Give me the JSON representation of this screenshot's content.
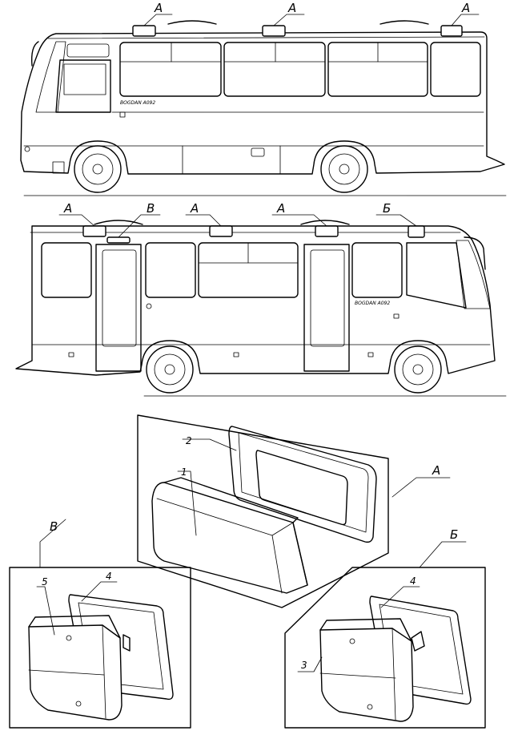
{
  "side_view_top": {
    "callouts": [
      {
        "label": "А"
      },
      {
        "label": "А"
      },
      {
        "label": "А"
      }
    ],
    "brand_text": "BOGDAN A092"
  },
  "side_view_bottom": {
    "callouts": [
      {
        "label": "А"
      },
      {
        "label": "В"
      },
      {
        "label": "А"
      },
      {
        "label": "А"
      },
      {
        "label": "Б"
      }
    ],
    "brand_text": "BOGDAN A092"
  },
  "detail_a": {
    "view_label": "А",
    "parts": [
      {
        "number": "1"
      },
      {
        "number": "2"
      }
    ]
  },
  "detail_v": {
    "view_label": "В",
    "parts": [
      {
        "number": "5"
      },
      {
        "number": "4"
      }
    ]
  },
  "detail_b": {
    "view_label": "Б",
    "parts": [
      {
        "number": "3"
      },
      {
        "number": "4"
      }
    ]
  }
}
